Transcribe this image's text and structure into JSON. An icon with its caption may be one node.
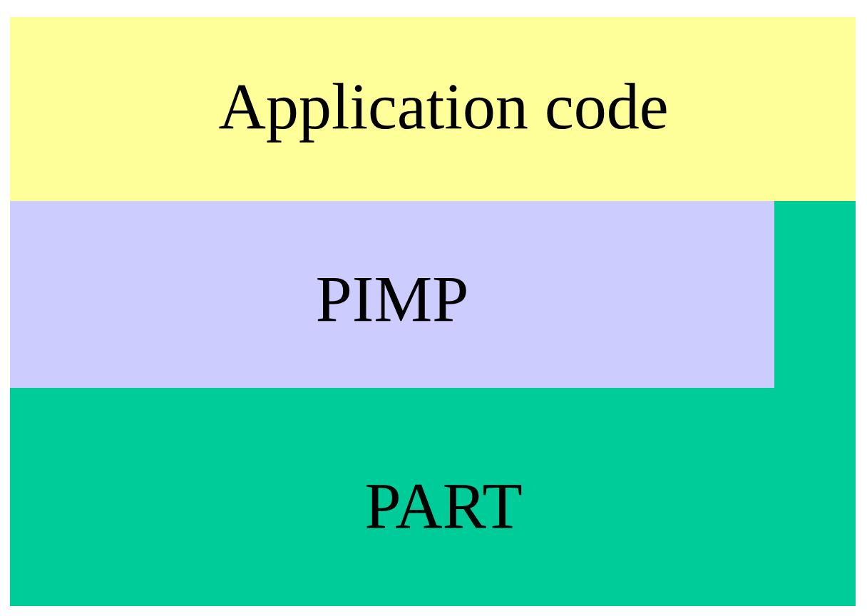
{
  "diagram": {
    "nodes": [
      {
        "text": [
          "Application code"
        ]
      },
      {
        "text": [
          "PIMP"
        ]
      },
      {
        "text": [
          "PART"
        ]
      }
    ]
  }
}
